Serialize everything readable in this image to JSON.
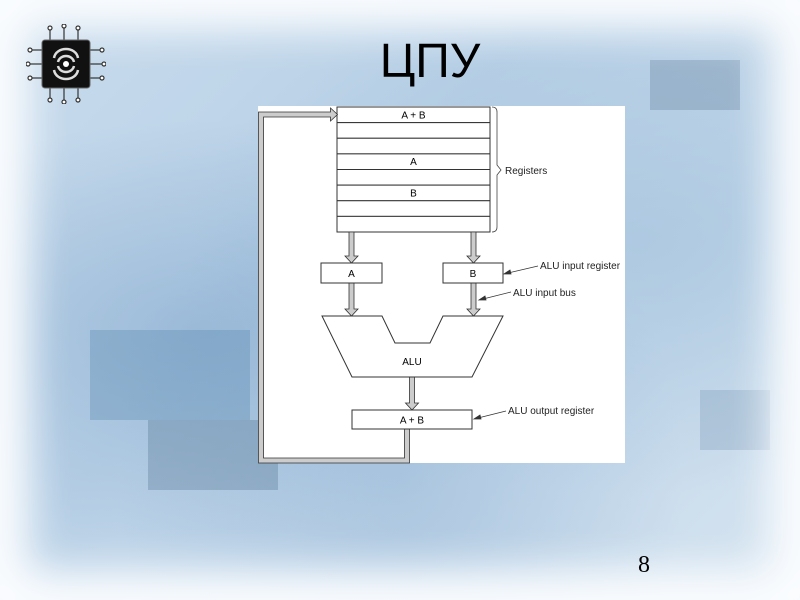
{
  "slide": {
    "title": "ЦПУ",
    "page_number": "8"
  },
  "diagram": {
    "register_file": {
      "rows": [
        "A + B",
        "",
        "",
        "A",
        "",
        "B",
        "",
        ""
      ],
      "label": "Registers"
    },
    "alu_input_a": "A",
    "alu_input_b": "B",
    "alu": "ALU",
    "alu_output": "A + B",
    "annotations": {
      "alu_input_register": "ALU input register",
      "alu_input_bus": "ALU input bus",
      "alu_output_register": "ALU output register"
    }
  }
}
